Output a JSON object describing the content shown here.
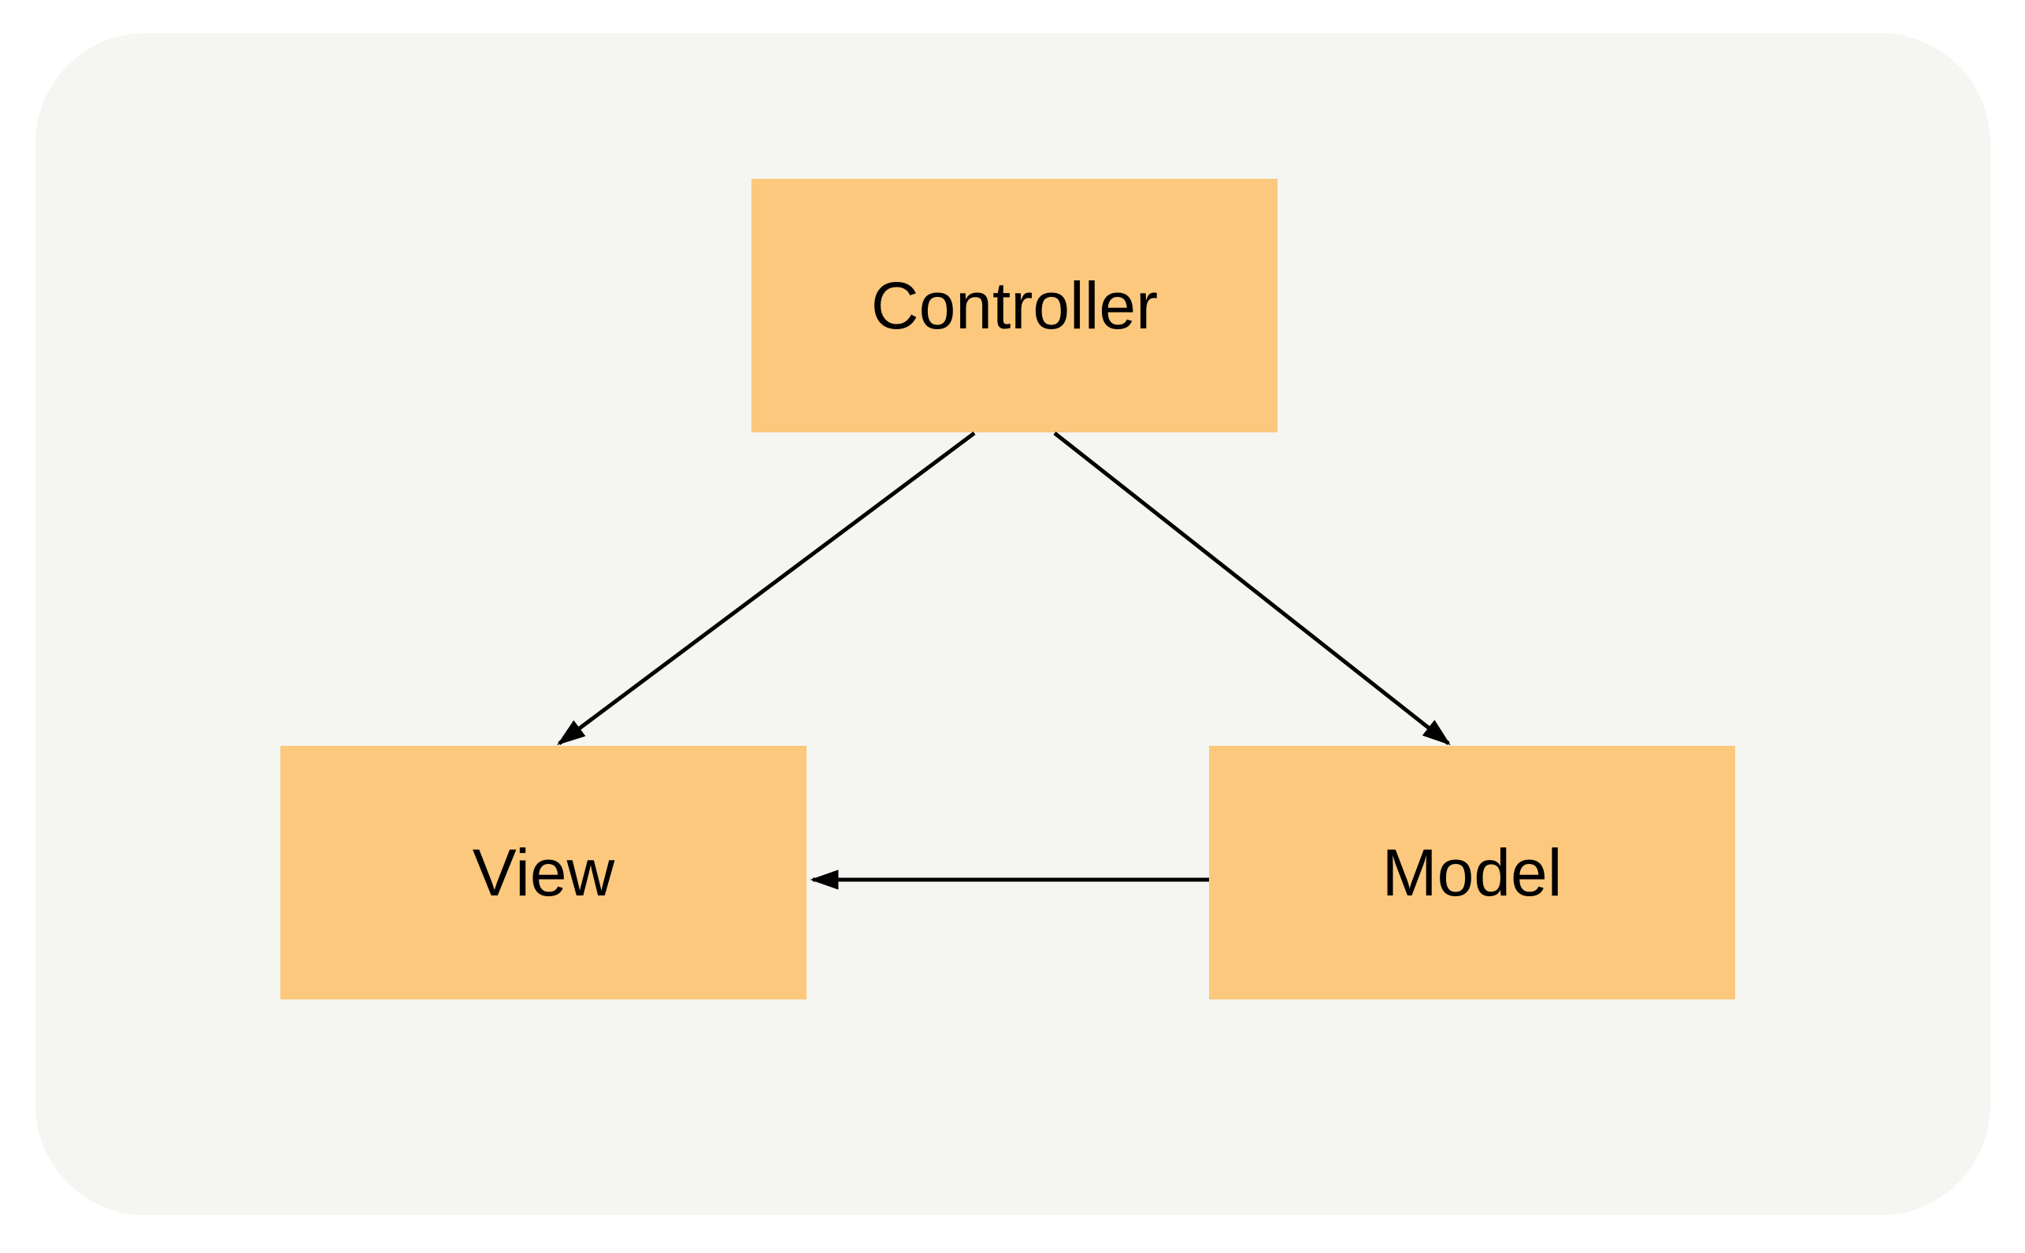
{
  "diagram": {
    "nodes": {
      "controller": {
        "label": "Controller"
      },
      "view": {
        "label": "View"
      },
      "model": {
        "label": "Model"
      }
    },
    "edges": [
      {
        "from": "Controller",
        "to": "View"
      },
      {
        "from": "Controller",
        "to": "Model"
      },
      {
        "from": "Model",
        "to": "View"
      }
    ],
    "colors": {
      "node_fill": "#fcc87d",
      "canvas_background": "#f5f5f2",
      "page_background": "#ffffff",
      "arrow": "#000000",
      "text": "#000000"
    }
  }
}
